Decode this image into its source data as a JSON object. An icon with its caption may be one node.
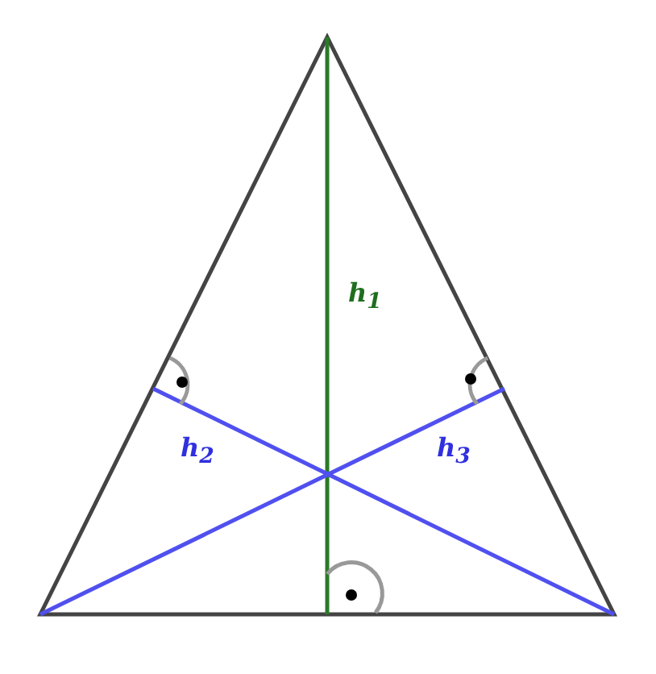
{
  "diagram": {
    "labels": [
      "h$_{1}$",
      "h$_{2}$",
      "h$_{3}$"
    ]
  }
}
